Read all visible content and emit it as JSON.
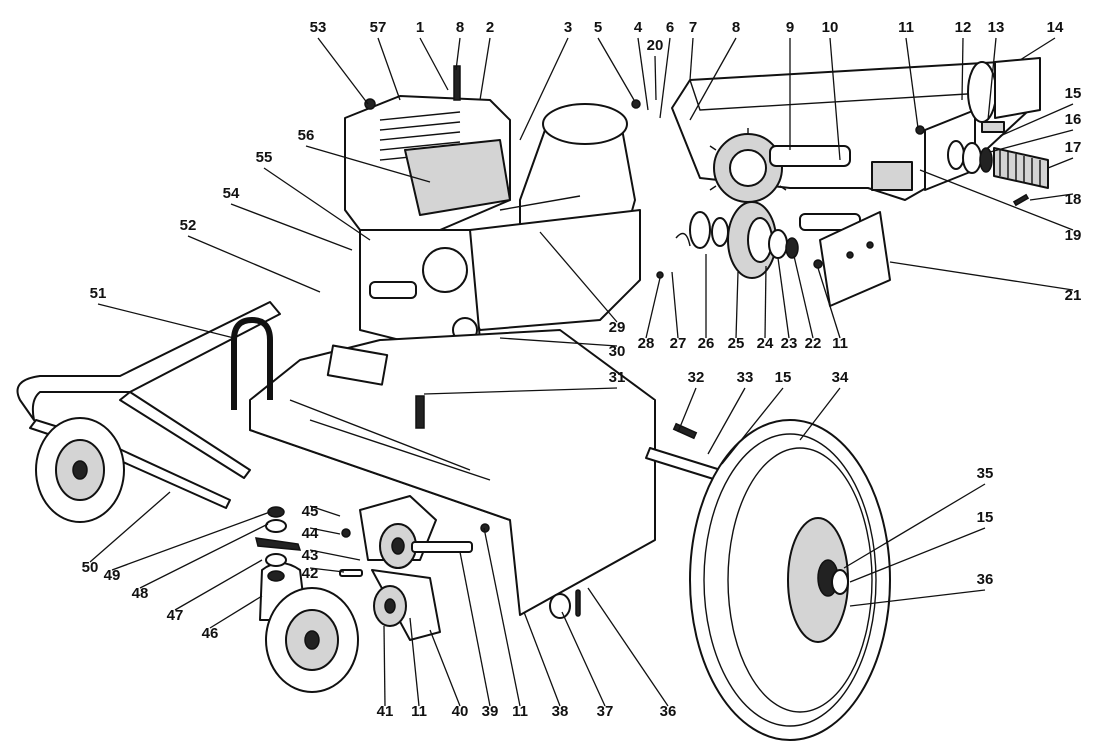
{
  "callouts": [
    "53",
    "57",
    "1",
    "8",
    "2",
    "3",
    "5",
    "4",
    "6",
    "20",
    "7",
    "8",
    "9",
    "10",
    "11",
    "12",
    "13",
    "14",
    "15",
    "16",
    "17",
    "18",
    "19",
    "21",
    "56",
    "55",
    "54",
    "52",
    "29",
    "28",
    "27",
    "26",
    "25",
    "24",
    "23",
    "22",
    "11",
    "51",
    "30",
    "31",
    "32",
    "33",
    "15",
    "34",
    "35",
    "15",
    "36",
    "50",
    "49",
    "48",
    "47",
    "46",
    "45",
    "44",
    "43",
    "42",
    "41",
    "11",
    "40",
    "39",
    "11",
    "38",
    "37",
    "36"
  ]
}
